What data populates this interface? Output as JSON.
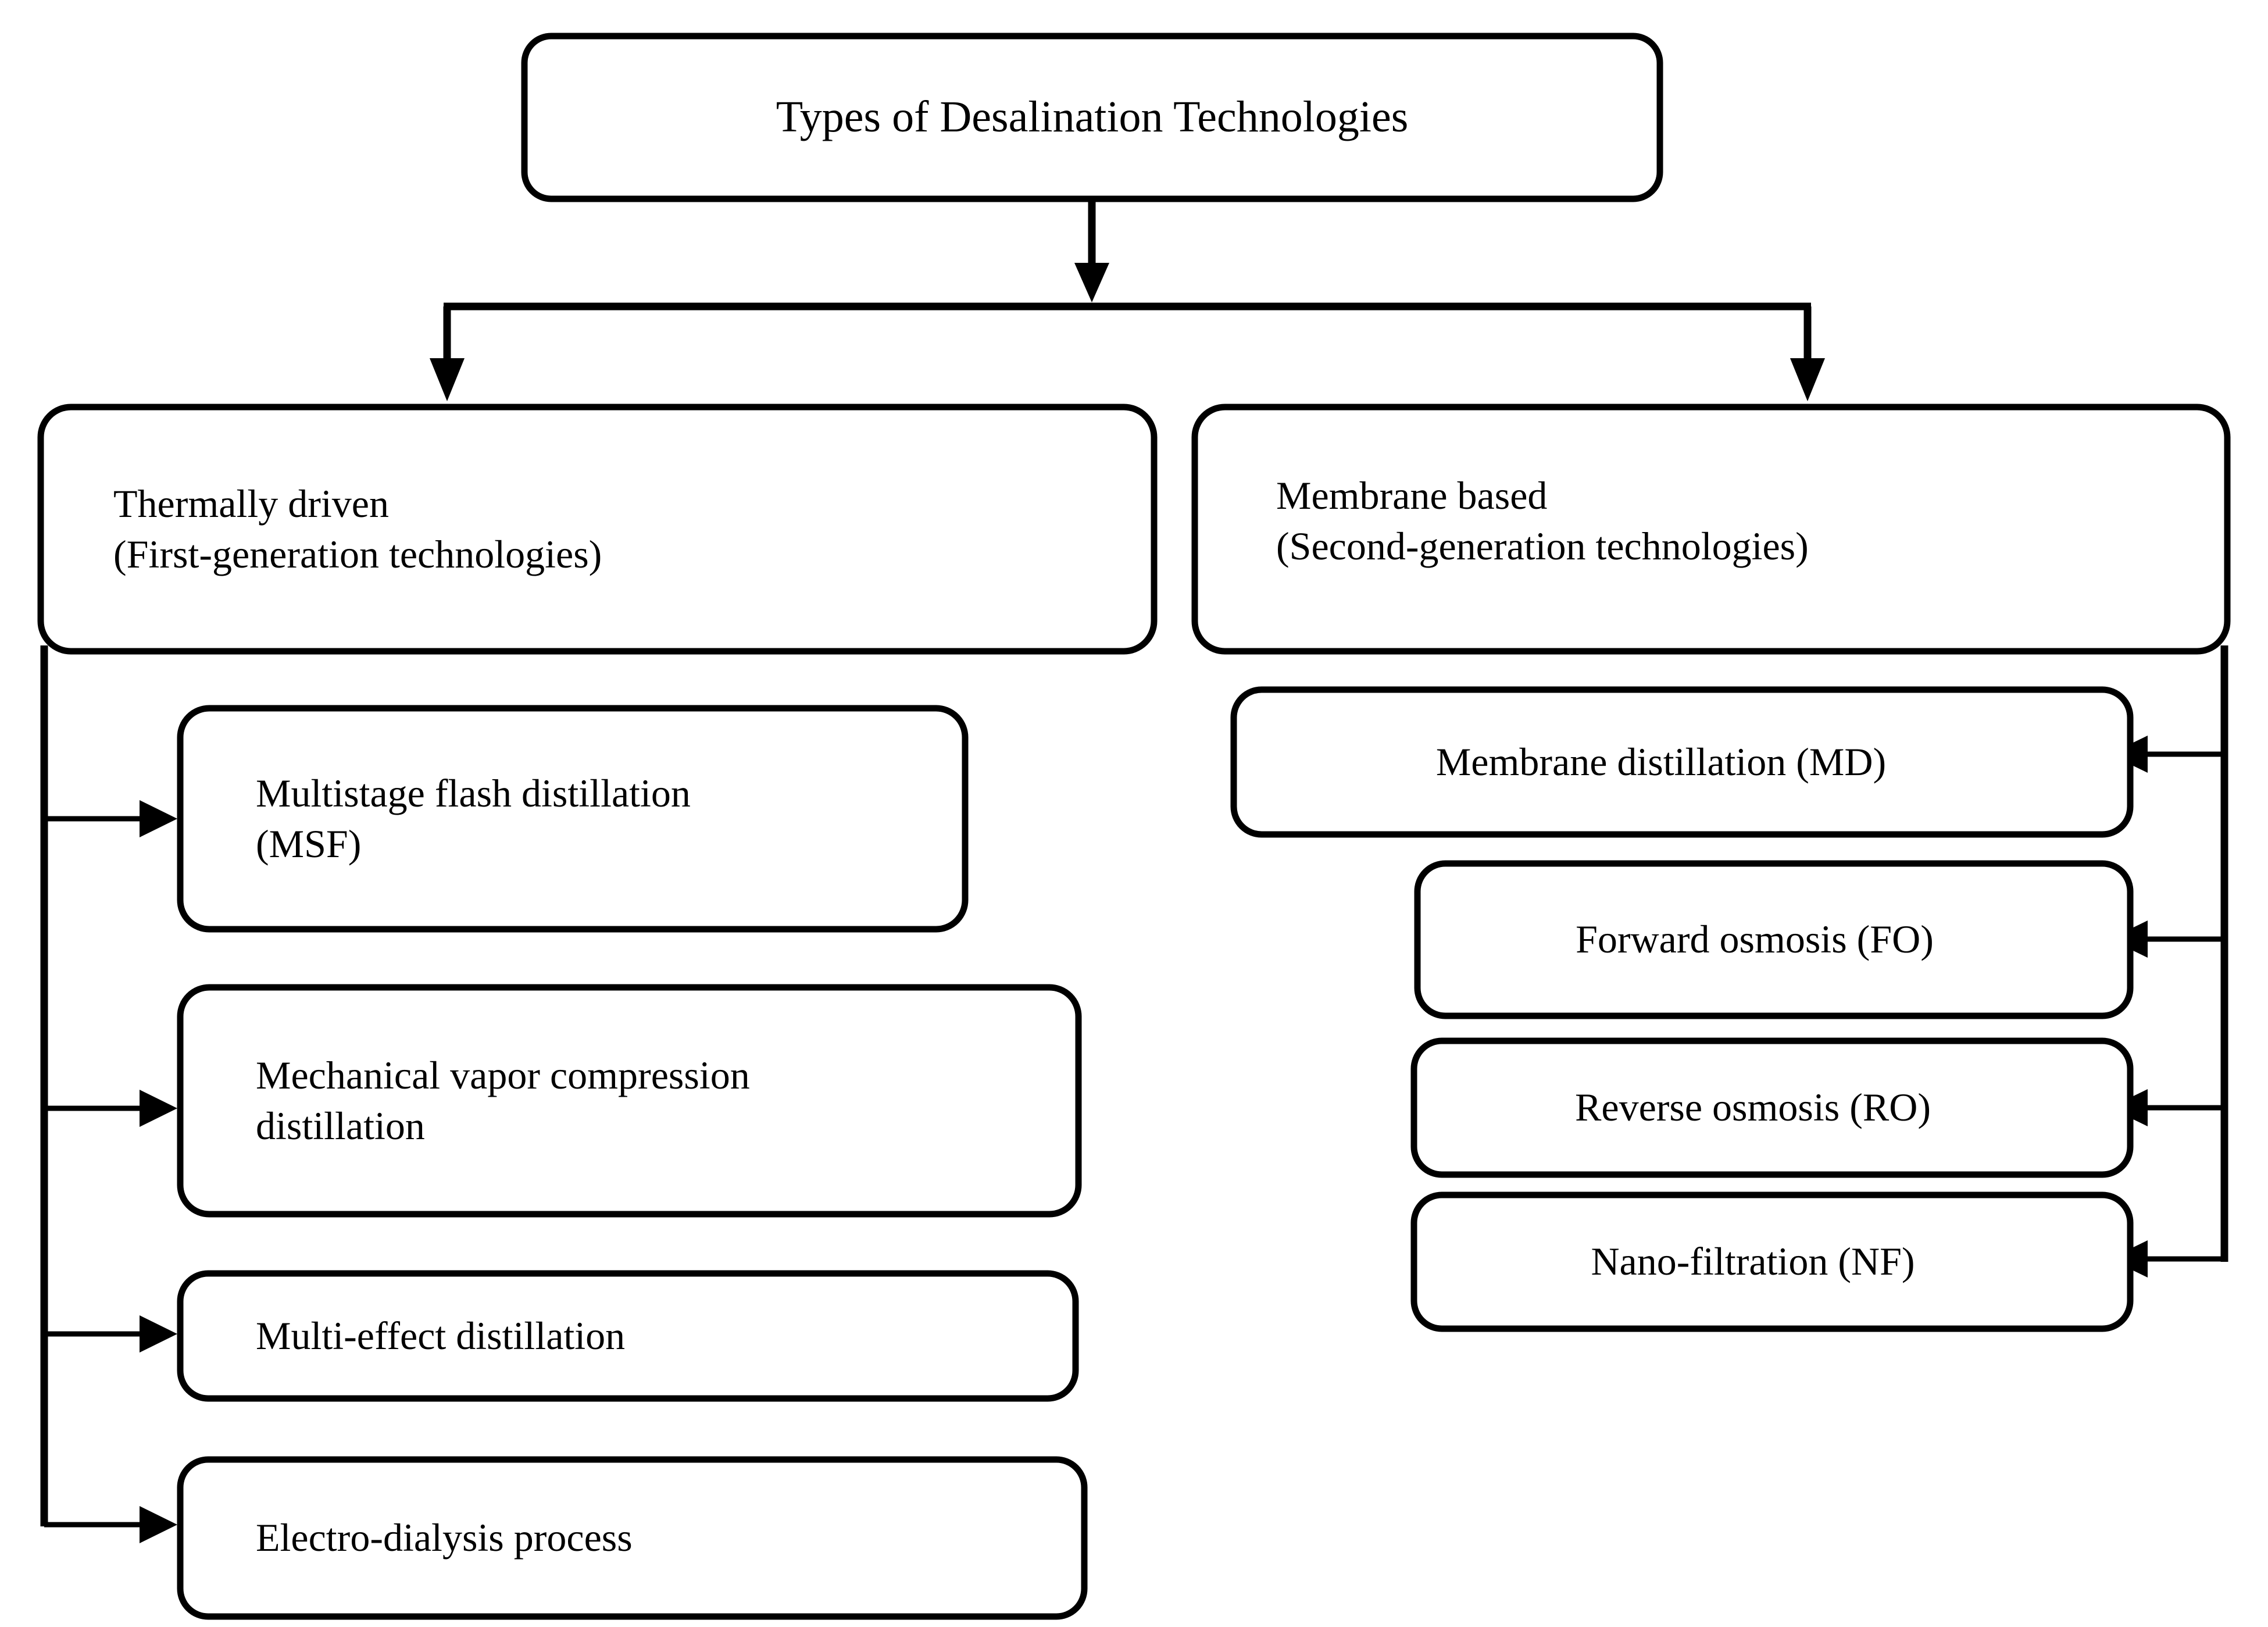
{
  "diagram": {
    "type": "flowchart",
    "orientation": "top-down-then-branched",
    "root": {
      "id": "root",
      "label": "Types of Desalination Technologies"
    },
    "branches": [
      {
        "id": "thermal",
        "label": "Thermally driven\n(First-generation technologies)",
        "line1": "Thermally driven",
        "line2": "(First-generation technologies)",
        "children": [
          {
            "id": "msf",
            "label": "Multistage flash distillation\n(MSF)",
            "line1": "Multistage flash distillation",
            "line2": "(MSF)"
          },
          {
            "id": "mvc",
            "label": "Mechanical vapor compression\ndistillation",
            "line1": "Mechanical vapor compression",
            "line2": "distillation"
          },
          {
            "id": "med",
            "label": "Multi-effect distillation",
            "line1": "Multi-effect distillation",
            "line2": ""
          },
          {
            "id": "ed",
            "label": "Electro-dialysis process",
            "line1": "Electro-dialysis process",
            "line2": ""
          }
        ]
      },
      {
        "id": "membrane",
        "label": "Membrane based\n(Second-generation technologies)",
        "line1": "Membrane based",
        "line2": "(Second-generation technologies)",
        "children": [
          {
            "id": "md",
            "label": "Membrane distillation (MD)"
          },
          {
            "id": "fo",
            "label": "Forward osmosis (FO)"
          },
          {
            "id": "ro",
            "label": "Reverse osmosis (RO)"
          },
          {
            "id": "nf",
            "label": "Nano-filtration (NF)"
          }
        ]
      }
    ],
    "colors": {
      "stroke": "#000000",
      "fill": "#ffffff",
      "text": "#000000",
      "background": "#ffffff"
    }
  }
}
